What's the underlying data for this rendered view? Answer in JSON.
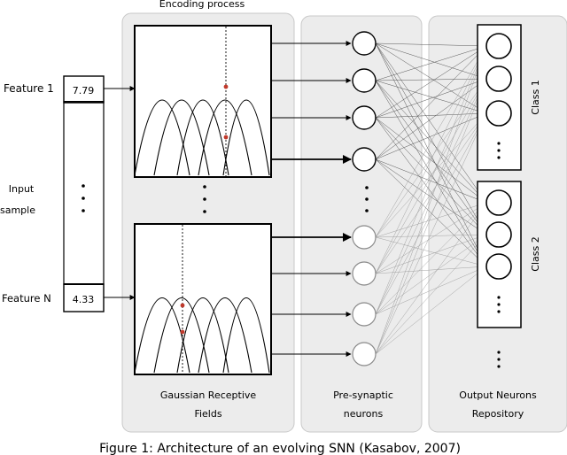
{
  "labels": {
    "encoding_process": "Encoding process",
    "feature_1": "Feature 1",
    "feature_n": "Feature N",
    "value_1": "7.79",
    "value_n": "4.33",
    "input": "Input",
    "sample": "sample",
    "grf_line1": "Gaussian Receptive",
    "grf_line2": "Fields",
    "pre_line1": "Pre-synaptic",
    "pre_line2": "neurons",
    "out_line1": "Output Neurons",
    "out_line2": "Repository",
    "class_1": "Class 1",
    "class_2": "Class 2",
    "caption": "Figure 1: Architecture of an evolving SNN (Kasabov, 2007)"
  },
  "colors": {
    "panel": "#ececec",
    "spike_dot": "#c0392b",
    "light_neuron": "#8a8a8a"
  }
}
